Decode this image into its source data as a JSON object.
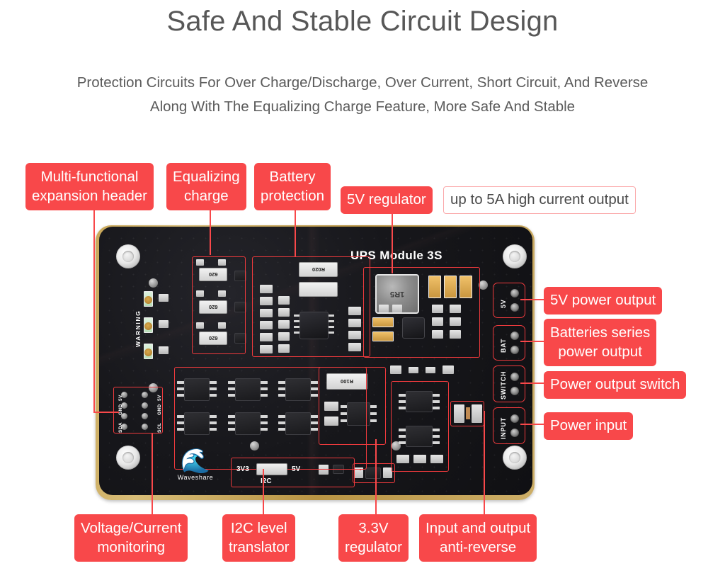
{
  "header": {
    "title": "Safe And Stable Circuit Design",
    "subtitle_line1": "Protection Circuits For Over Charge/Discharge, Over Current, Short Circuit, And Reverse",
    "subtitle_line2": "Along With The Equalizing Charge Feature, More Safe And Stable"
  },
  "colors": {
    "accent_red": "#f8484a",
    "leader_line": "#ef3a3d",
    "title_text": "#575757",
    "subtitle_text": "#5b5b5b",
    "board_black": "#17171b",
    "board_edge_gold": "#c9a85a",
    "callout_text": "#ffffff",
    "note_text": "#4a4a4a",
    "page_background": "#ffffff"
  },
  "callouts": {
    "top": [
      {
        "id": "multi-functional-expansion-header",
        "label": "Multi-functional\nexpansion header",
        "line1": "Multi-functional",
        "line2": "expansion header"
      },
      {
        "id": "equalizing-charge",
        "label": "Equalizing charge",
        "line1": "Equalizing",
        "line2": "charge"
      },
      {
        "id": "battery-protection",
        "label": "Battery protection",
        "line1": "Battery",
        "line2": "protection"
      },
      {
        "id": "5v-regulator",
        "label": "5V regulator",
        "line1": "5V regulator",
        "line2": ""
      }
    ],
    "note_5v_regulator": "up to 5A high current output",
    "right": [
      {
        "id": "5v-power-output",
        "label": "5V power output",
        "line1": "5V power output",
        "line2": ""
      },
      {
        "id": "batteries-series-power-output",
        "label": "Batteries series power output",
        "line1": "Batteries series",
        "line2": "power output"
      },
      {
        "id": "power-output-switch",
        "label": "Power output switch",
        "line1": "Power output switch",
        "line2": ""
      },
      {
        "id": "power-input",
        "label": "Power input",
        "line1": "Power input",
        "line2": ""
      }
    ],
    "bottom": [
      {
        "id": "voltage-current-monitoring",
        "label": "Voltage/Current monitoring",
        "line1": "Voltage/Current",
        "line2": "monitoring"
      },
      {
        "id": "i2c-level-translator",
        "label": "I2C level translator",
        "line1": "I2C level",
        "line2": "translator"
      },
      {
        "id": "3v3-regulator",
        "label": "3.3V regulator",
        "line1": "3.3V",
        "line2": "regulator"
      },
      {
        "id": "input-and-output-anti-reverse",
        "label": "Input and output anti-reverse",
        "line1": "Input and output",
        "line2": "anti-reverse"
      }
    ]
  },
  "board": {
    "silkscreen_title": "UPS Module 3S",
    "warning_text": "WARNING",
    "brand_name": "Waveshare",
    "brand_mark": "ˤ",
    "jumper": {
      "left_label": "3V3",
      "right_label": "5V",
      "bottom_label": "I2C"
    },
    "terminals": [
      {
        "id": "terminal-5v",
        "label": "5V"
      },
      {
        "id": "terminal-bat",
        "label": "BAT"
      },
      {
        "id": "terminal-switch",
        "label": "SWITCH"
      },
      {
        "id": "terminal-input",
        "label": "INPUT"
      }
    ],
    "component_markings": {
      "balance_resistors": [
        "620",
        "620",
        "620"
      ],
      "shunt_resistors": [
        "R020",
        "R020"
      ],
      "sense_resistor": "R100",
      "inductor": "1R5"
    },
    "expansion_header_pins": [
      "5V",
      "5V",
      "GND",
      "GND",
      "SDA",
      "SDA",
      "SCL",
      "SCL"
    ]
  }
}
